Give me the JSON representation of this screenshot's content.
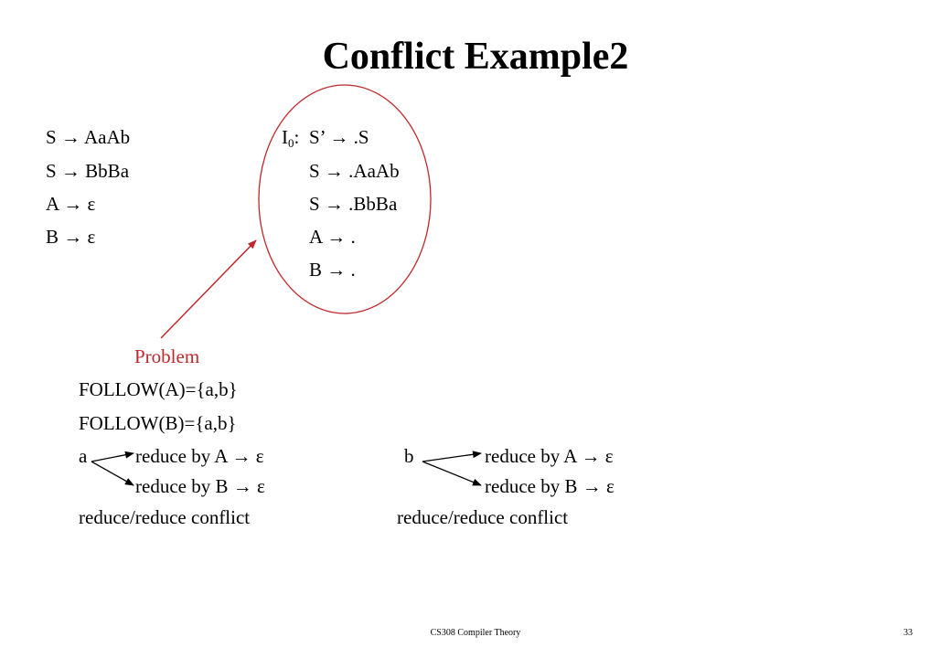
{
  "title": "Conflict Example2",
  "grammar": [
    "S → AaAb",
    "S → BbBa",
    "A → ε",
    "B → ε"
  ],
  "item_set": {
    "name": "I",
    "subscript": "0",
    "colon": ":",
    "items": [
      "S’ → .S",
      "S → .AaAb",
      "S → .BbBa",
      "A → .",
      "B → ."
    ]
  },
  "problem_label": "Problem",
  "follow": [
    "FOLLOW(A)={a,b}",
    "FOLLOW(B)={a,b}"
  ],
  "conflicts": [
    {
      "symbol": "a",
      "reduce_1": "reduce by A → ε",
      "reduce_2": "reduce by B → ε",
      "result": "reduce/reduce conflict"
    },
    {
      "symbol": "b",
      "reduce_1": "reduce by A → ε",
      "reduce_2": "reduce by B → ε",
      "result": "reduce/reduce conflict"
    }
  ],
  "footer": {
    "course": "CS308 Compiler Theory",
    "page": "33"
  },
  "colors": {
    "accent": "#c0282b",
    "text": "#000000"
  }
}
